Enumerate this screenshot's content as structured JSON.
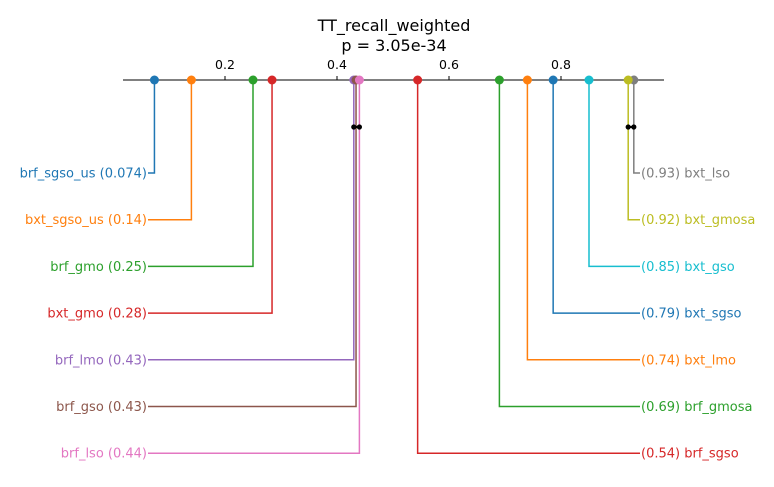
{
  "chart_data": {
    "type": "critical-difference",
    "title": "TT_recall_weighted",
    "subtitle": "p = 3.05e-34",
    "axis": {
      "min": 0.0,
      "max": 1.0,
      "ticks": [
        0.2,
        0.4,
        0.6,
        0.8
      ],
      "tick_labels": [
        "0.2",
        "0.4",
        "0.6",
        "0.8"
      ]
    },
    "left_labels": [
      "brf_sgso_us (0.074)",
      "bxt_sgso_us (0.14)",
      "brf_gmo (0.25)",
      "bxt_gmo (0.28)",
      "brf_lmo (0.43)",
      "brf_gso (0.43)",
      "brf_lso (0.44)"
    ],
    "right_labels": [
      "(0.93) bxt_lso",
      "(0.92) bxt_gmosa",
      "(0.85) bxt_gso",
      "(0.79) bxt_sgso",
      "(0.74) bxt_lmo",
      "(0.69) brf_gmosa",
      "(0.54) brf_sgso"
    ],
    "left_series": [
      {
        "name": "brf_sgso_us",
        "value": 0.074,
        "color": "#1f77b4"
      },
      {
        "name": "bxt_sgso_us",
        "value": 0.14,
        "color": "#ff7f0e"
      },
      {
        "name": "brf_gmo",
        "value": 0.25,
        "color": "#2ca02c"
      },
      {
        "name": "bxt_gmo",
        "value": 0.284,
        "color": "#d62728"
      },
      {
        "name": "brf_lmo",
        "value": 0.43,
        "color": "#9467bd"
      },
      {
        "name": "brf_gso",
        "value": 0.434,
        "color": "#8c564b"
      },
      {
        "name": "brf_lso",
        "value": 0.44,
        "color": "#e377c2"
      }
    ],
    "right_series": [
      {
        "name": "bxt_lso",
        "value": 0.93,
        "color": "#7f7f7f"
      },
      {
        "name": "bxt_gmosa",
        "value": 0.92,
        "color": "#bcbd22"
      },
      {
        "name": "bxt_gso",
        "value": 0.85,
        "color": "#17becf"
      },
      {
        "name": "bxt_sgso",
        "value": 0.786,
        "color": "#1f77b4"
      },
      {
        "name": "bxt_lmo",
        "value": 0.74,
        "color": "#ff7f0e"
      },
      {
        "name": "brf_gmosa",
        "value": 0.69,
        "color": "#2ca02c"
      },
      {
        "name": "brf_sgso",
        "value": 0.544,
        "color": "#d62728"
      }
    ],
    "cliques": [
      [
        0.43,
        0.44
      ],
      [
        0.92,
        0.93
      ]
    ]
  }
}
